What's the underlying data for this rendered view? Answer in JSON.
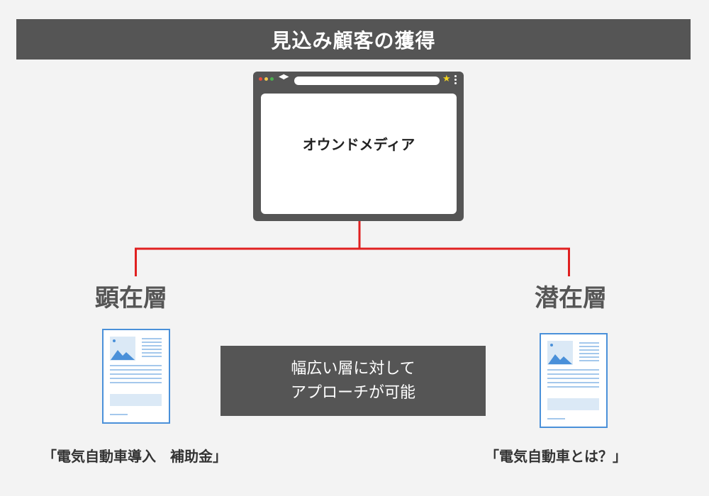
{
  "header": {
    "title": "見込み顧客の獲得"
  },
  "browser": {
    "content_title": "オウンドメディア",
    "nav_icon": "back-forward-arrows",
    "star_icon": "star",
    "menu_icon": "kebab-menu"
  },
  "layers": {
    "left": {
      "label": "顕在層",
      "caption": "「電気自動車導入　補助金」"
    },
    "right": {
      "label": "潜在層",
      "caption": "「電気自動車とは？」"
    }
  },
  "center_box": {
    "line1": "幅広い層に対して",
    "line2": "アプローチが可能"
  },
  "colors": {
    "dark": "#555555",
    "connector": "#e02020",
    "doc_blue": "#4a90d9",
    "background": "#f3f3f3"
  }
}
